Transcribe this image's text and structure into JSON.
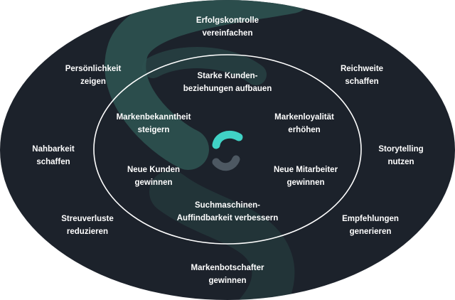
{
  "colors": {
    "background": "#ffffff",
    "outer_ellipse": "#1c222b",
    "swirl": "#2e5250",
    "inner_ring": "#ffffff",
    "logo_teal": "#40d2c5",
    "logo_gray": "#4d5862",
    "text": "#ffffff"
  },
  "logo": {
    "name": "brand-logo-icon"
  },
  "inner_labels": [
    {
      "line1": "Starke Kunden-",
      "line2": "beziehungen aufbauen"
    },
    {
      "line1": "Markenbekanntheit",
      "line2": "steigern"
    },
    {
      "line1": "Markenloyalität",
      "line2": "erhöhen"
    },
    {
      "line1": "Neue Kunden",
      "line2": "gewinnen"
    },
    {
      "line1": "Neue Mitarbeiter",
      "line2": "gewinnen"
    },
    {
      "line1": "Suchmaschinen-",
      "line2": "Auffindbarkeit verbessern"
    }
  ],
  "outer_labels": [
    {
      "line1": "Erfolgskontrolle",
      "line2": "vereinfachen"
    },
    {
      "line1": "Persönlichkeit",
      "line2": "zeigen"
    },
    {
      "line1": "Reichweite",
      "line2": "schaffen"
    },
    {
      "line1": "Nahbarkeit",
      "line2": "schaffen"
    },
    {
      "line1": "Storytelling",
      "line2": "nutzen"
    },
    {
      "line1": "Streuverluste",
      "line2": "reduzieren"
    },
    {
      "line1": "Empfehlungen",
      "line2": "generieren"
    },
    {
      "line1": "Markenbotschafter",
      "line2": "gewinnen"
    }
  ]
}
